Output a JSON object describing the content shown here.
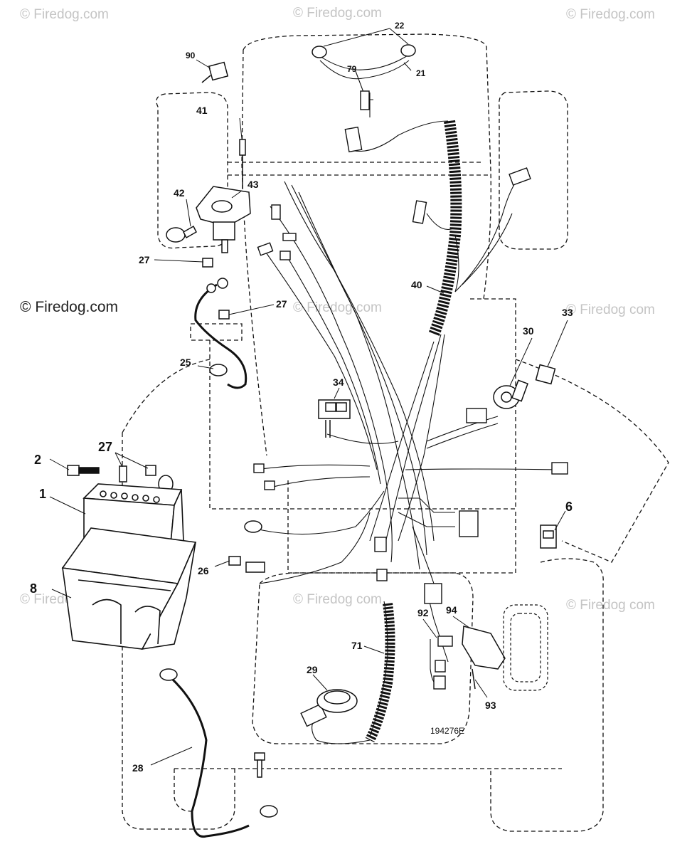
{
  "watermarks": {
    "copyright_symbol": "©",
    "brand": "Firedog.com",
    "brand_spaced": "Firedog com",
    "brand_left_prominent": "Firedog.com"
  },
  "diagram_code": "194276E",
  "callouts": {
    "c1": "1",
    "c2": "2",
    "c6": "6",
    "c8": "8",
    "c21": "21",
    "c22": "22",
    "c25": "25",
    "c26": "26",
    "c27a": "27",
    "c27b": "27",
    "c27c": "27",
    "c28": "28",
    "c29": "29",
    "c30": "30",
    "c33": "33",
    "c34": "34",
    "c40": "40",
    "c41": "41",
    "c42": "42",
    "c43": "43",
    "c71": "71",
    "c79": "79",
    "c90": "90",
    "c92": "92",
    "c93": "93",
    "c94": "94"
  },
  "colors": {
    "line": "#111111",
    "watermark": "#c4c4c4",
    "background": "#ffffff"
  }
}
